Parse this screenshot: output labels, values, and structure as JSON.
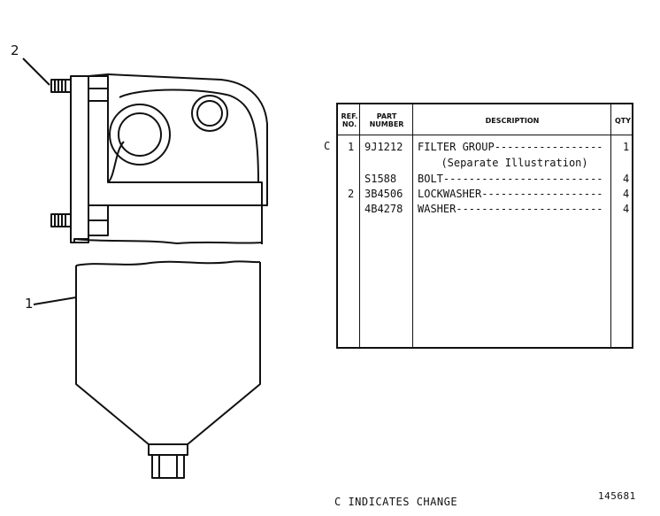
{
  "callouts": {
    "item_1": "1",
    "item_2": "2"
  },
  "table": {
    "headers": {
      "ref_no_line1": "REF.",
      "ref_no_line2": "NO.",
      "part_number_line1": "PART",
      "part_number_line2": "NUMBER",
      "description": "DESCRIPTION",
      "qty": "QTY"
    },
    "rows": [
      {
        "change": "C",
        "ref": "1",
        "part": "9J1212",
        "desc": "FILTER GROUP-----------------",
        "qty": "1"
      },
      {
        "change": "",
        "ref": "",
        "part": "",
        "desc": "  (Separate Illustration)",
        "qty": ""
      },
      {
        "change": "",
        "ref": "",
        "part": "S1588",
        "desc": "BOLT-------------------------",
        "qty": "4"
      },
      {
        "change": "",
        "ref": "2",
        "part": "3B4506",
        "desc": "LOCKWASHER-------------------",
        "qty": "4"
      },
      {
        "change": "",
        "ref": "",
        "part": "4B4278",
        "desc": "WASHER-----------------------",
        "qty": "4"
      }
    ]
  },
  "footer": {
    "change_note": "C INDICATES CHANGE",
    "figure_number": "145681"
  },
  "illustration": {
    "subject": "fuel-filter-assembly-drawing"
  }
}
